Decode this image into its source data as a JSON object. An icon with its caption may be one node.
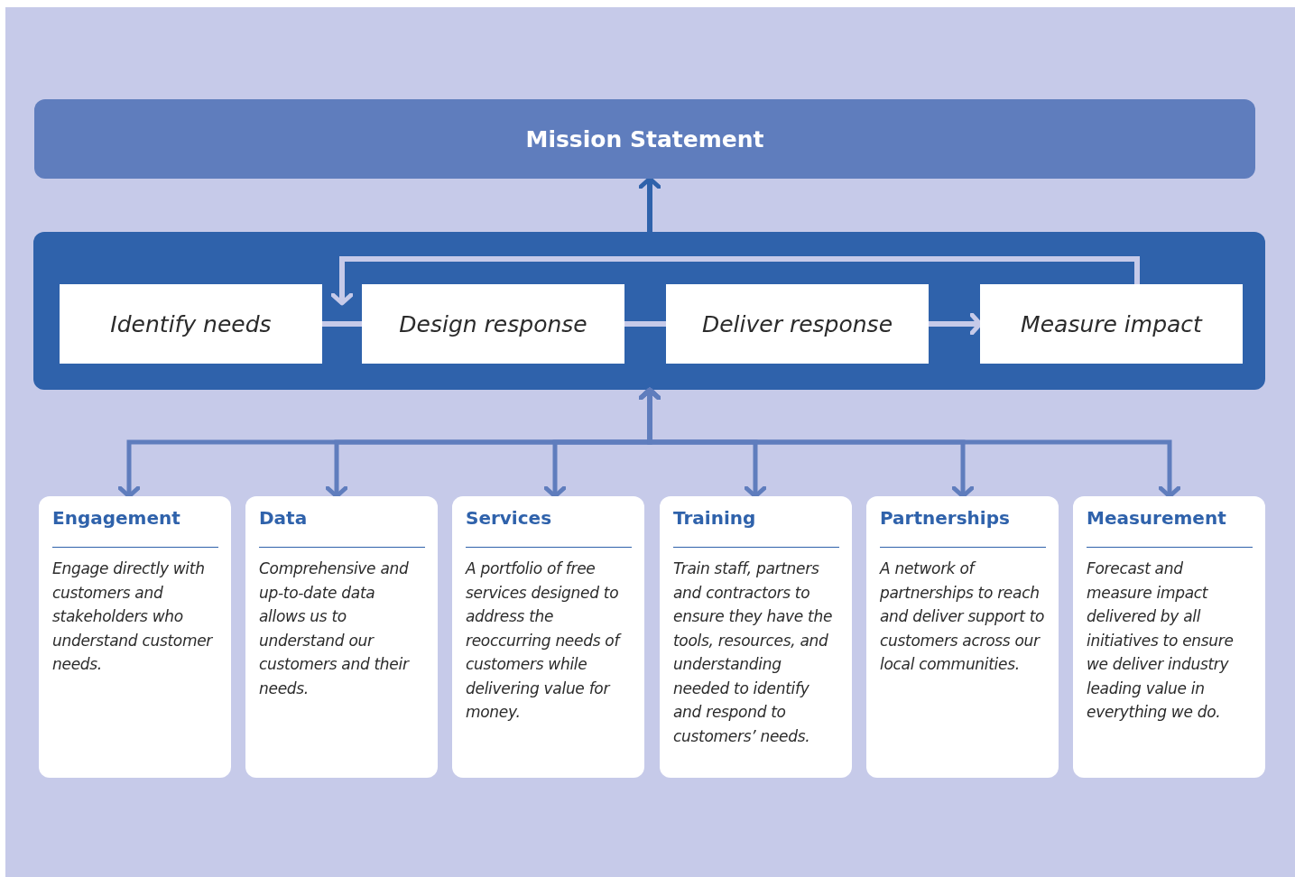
{
  "diagram": {
    "nodes": [
      {
        "text": [
          "Mission Statement"
        ]
      },
      {
        "text": [],
        "shape": "box"
      },
      {
        "text": [
          "Identify needs"
        ],
        "in": 1
      },
      {
        "text": [
          "Design response"
        ],
        "in": 1
      },
      {
        "text": [
          "Deliver response"
        ],
        "in": 1
      },
      {
        "text": [
          "Measure impact"
        ],
        "in": 1
      },
      {
        "text": [
          "Engagement",
          "Engage directly with customers and stakeholders who understand customer needs."
        ]
      },
      {
        "text": [
          "Data",
          "Comprehensive and up-to-date data allows us to understand our customers and their needs."
        ]
      },
      {
        "text": [
          "Services",
          "A portfolio of free services designed to address the reoccurring needs of customers while delivering value for money."
        ]
      },
      {
        "text": [
          "Training",
          "Train staff, partners and contractors to ensure they have the tools, resources, and understanding needed to identify and respond to customers’ needs."
        ]
      },
      {
        "text": [
          "Partnerships",
          "A network of partnerships to reach and deliver support to customers across our local communities."
        ]
      },
      {
        "text": [
          "Measurement",
          "Forecast and measure impact delivered by all initiatives to ensure we deliver industry leading value in everything we do."
        ]
      }
    ],
    "edges": [
      {
        "from": 1,
        "to": 0,
        "arrow": "to",
        "color": "#2f62ab"
      },
      {
        "from": 2,
        "to": 3,
        "arrow": "none",
        "color": "#c6cae9"
      },
      {
        "from": 3,
        "to": 4,
        "arrow": "none",
        "color": "#c6cae9"
      },
      {
        "from": 4,
        "to": 5,
        "arrow": "to",
        "color": "#c6cae9"
      },
      {
        "from": 5,
        "to": 3,
        "arrow": "to",
        "color": "#c6cae9"
      },
      {
        "from": 1,
        "to": 6,
        "arrow": "both"
      },
      {
        "from": 1,
        "to": 7,
        "arrow": "both"
      },
      {
        "from": 1,
        "to": 8,
        "arrow": "both"
      },
      {
        "from": 1,
        "to": 9,
        "arrow": "both"
      },
      {
        "from": 1,
        "to": 10,
        "arrow": "both"
      },
      {
        "from": 1,
        "to": 11,
        "arrow": "both"
      }
    ]
  }
}
